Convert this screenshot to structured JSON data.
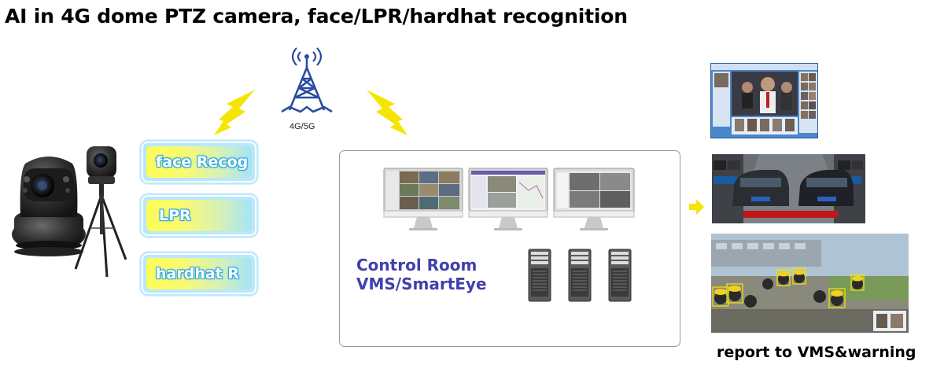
{
  "title": "AI in 4G dome PTZ camera, face/LPR/hardhat recognition",
  "tower": {
    "label": "4G/5G"
  },
  "features": [
    {
      "label": "face Recog"
    },
    {
      "label": "LPR"
    },
    {
      "label": "hardhat R"
    }
  ],
  "control_room": {
    "line1": "Control Room",
    "line2": "VMS/SmartEye"
  },
  "report": {
    "label": "report to VMS&warning"
  },
  "colors": {
    "control_room_text": "#4040ad",
    "lightning": "#f5e600",
    "pill_border": "#bfe9fc",
    "arrow": "#f5e600"
  }
}
